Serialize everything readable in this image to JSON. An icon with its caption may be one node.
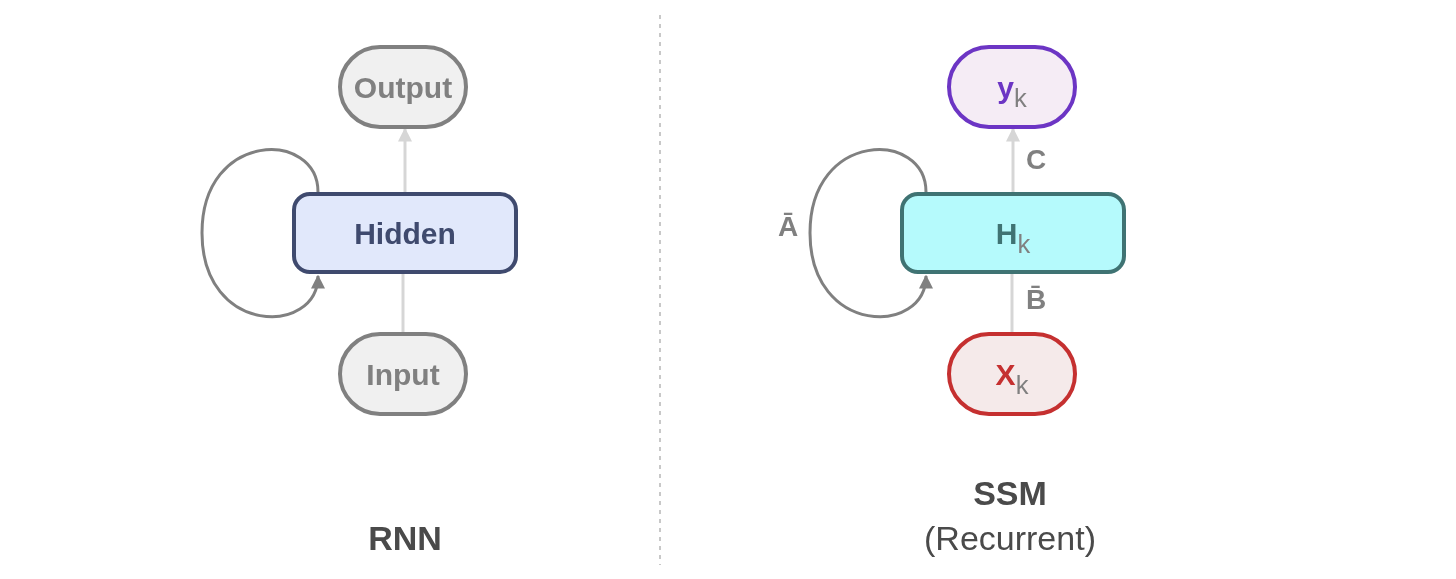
{
  "diagram": {
    "nodes": [
      {
        "text": [
          "Output"
        ]
      },
      {
        "text": [
          "Hidden"
        ]
      },
      {
        "text": [
          "Input"
        ]
      },
      {
        "text": [
          "y$_{k}$"
        ]
      },
      {
        "text": [
          "H$_{k}$"
        ]
      },
      {
        "text": [
          "X$_{k}$"
        ]
      }
    ],
    "edges": [
      {
        "from": 2,
        "to": 1,
        "arrow": "none"
      },
      {
        "from": 1,
        "to": 0,
        "arrow": "to"
      },
      {
        "from": 1,
        "to": 1,
        "arrow": "to",
        "color": "#808080"
      },
      {
        "from": 5,
        "to": 4,
        "arrow": "none",
        "label": "B̄"
      },
      {
        "from": 4,
        "to": 3,
        "arrow": "to",
        "label": "C"
      },
      {
        "from": 4,
        "to": 4,
        "arrow": "to",
        "label": "Ā",
        "color": "#808080"
      }
    ],
    "labels": [
      "RNN",
      "SSM",
      "(Recurrent)"
    ]
  }
}
